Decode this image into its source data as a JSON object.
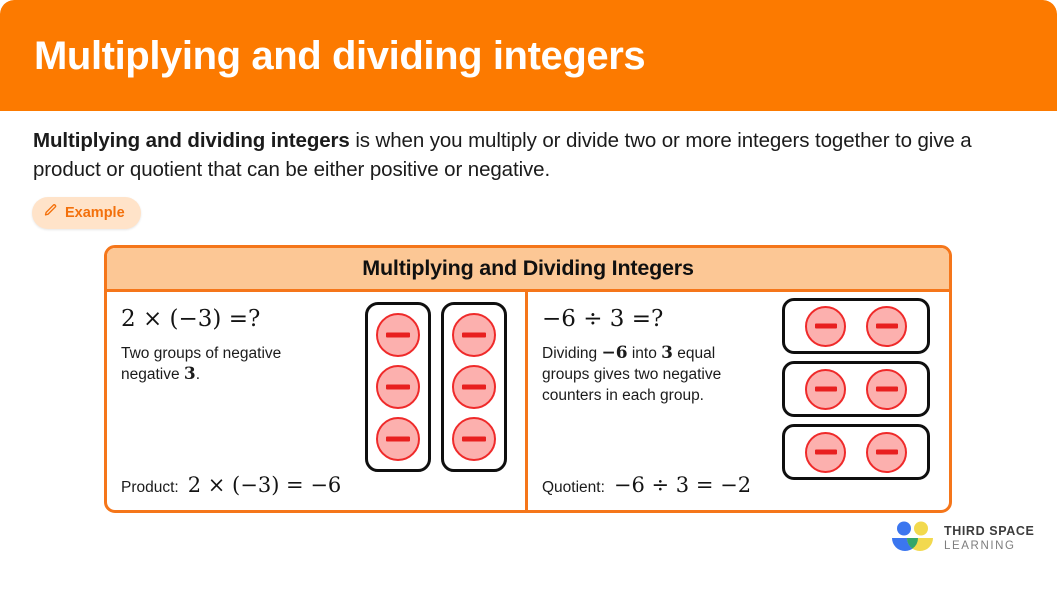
{
  "header": {
    "title": "Multiplying and dividing integers",
    "background_color": "#fc7a00"
  },
  "intro": {
    "bold_lead": "Multiplying and dividing integers",
    "rest": " is when you multiply or divide two or more integers together to give a product or quotient that can be either positive or negative."
  },
  "badge": {
    "label": "Example",
    "icon": "pencil-icon",
    "text_color": "#f3700b",
    "background_color": "#ffe3c9"
  },
  "card": {
    "title": "Multiplying and Dividing Integers",
    "border_color": "#f5761a",
    "header_background": "#fcc795",
    "panels": [
      {
        "id": "multiplication",
        "equation": "2 × (−3) =?",
        "description_line1": "Two groups of negative",
        "description_line2_pre": "negative ",
        "description_number": "3",
        "description_line2_post": ".",
        "result_label": "Product:",
        "result_equation": "2 × (−3) = −6",
        "counter_layout": "2 groups of 3 vertical",
        "groups": [
          {
            "count": 3
          },
          {
            "count": 3
          }
        ]
      },
      {
        "id": "division",
        "equation": "−6 ÷ 3 =?",
        "description_line1_pre": "Dividing ",
        "description_number1": "−6",
        "description_line1_mid": " into ",
        "description_number2": "3",
        "description_line1_post": " equal",
        "description_line2": "groups gives two negative",
        "description_line3": "counters in each group.",
        "result_label": "Quotient:",
        "result_equation": "−6 ÷ 3 = −2",
        "counter_layout": "3 groups of 2 horizontal",
        "groups": [
          {
            "count": 2
          },
          {
            "count": 2
          },
          {
            "count": 2
          }
        ]
      }
    ],
    "counter": {
      "type": "negative-counter",
      "fill_color": "#fcb0ae",
      "border_color": "#ef2a2a",
      "sign": "−"
    }
  },
  "logo": {
    "name_line1": "THIRD SPACE",
    "name_line2": "LEARNING",
    "colors": {
      "blue": "#3b76ef",
      "yellow": "#f2d94e",
      "green": "#34a569"
    }
  }
}
